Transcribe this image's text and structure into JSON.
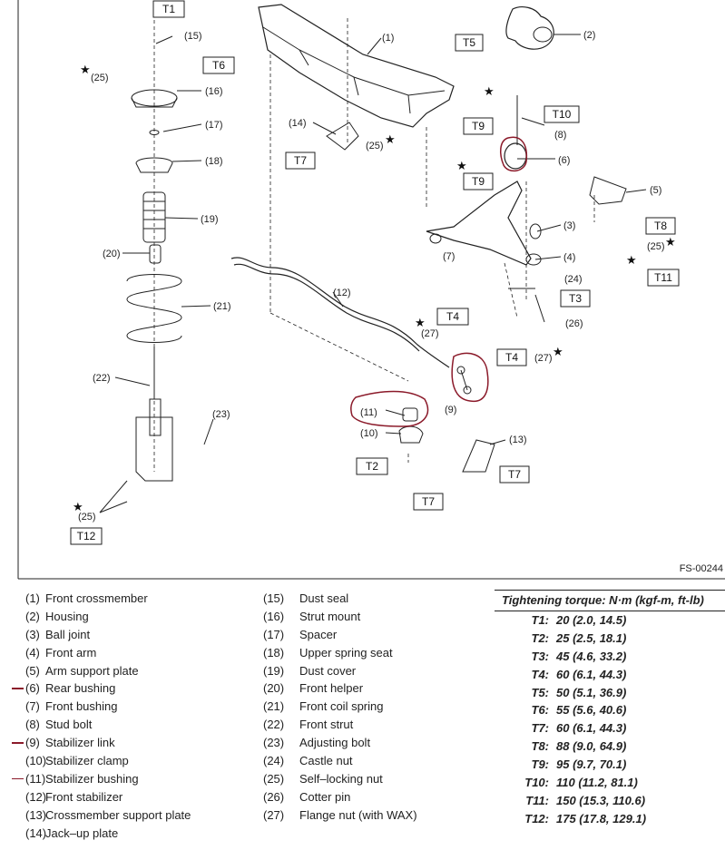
{
  "figure_id": "FS-00244",
  "torque_boxes": [
    "T1",
    "T2",
    "T3",
    "T4",
    "T5",
    "T6",
    "T7",
    "T8",
    "T9",
    "T10",
    "T11",
    "T12"
  ],
  "callouts": [
    "(1)",
    "(2)",
    "(3)",
    "(4)",
    "(5)",
    "(6)",
    "(7)",
    "(8)",
    "(9)",
    "(10)",
    "(11)",
    "(12)",
    "(13)",
    "(14)",
    "(15)",
    "(16)",
    "(17)",
    "(18)",
    "(19)",
    "(20)",
    "(21)",
    "(22)",
    "(23)",
    "(24)",
    "(25)",
    "(26)",
    "(27)"
  ],
  "star": "★",
  "legend_left": [
    {
      "num": "(1)",
      "name": "Front crossmember",
      "marked": false
    },
    {
      "num": "(2)",
      "name": "Housing",
      "marked": false
    },
    {
      "num": "(3)",
      "name": "Ball joint",
      "marked": false
    },
    {
      "num": "(4)",
      "name": "Front arm",
      "marked": false
    },
    {
      "num": "(5)",
      "name": "Arm support plate",
      "marked": false
    },
    {
      "num": "(6)",
      "name": "Rear bushing",
      "marked": true
    },
    {
      "num": "(7)",
      "name": "Front bushing",
      "marked": false
    },
    {
      "num": "(8)",
      "name": "Stud bolt",
      "marked": false
    },
    {
      "num": "(9)",
      "name": "Stabilizer link",
      "marked": true
    },
    {
      "num": "(10)",
      "name": "Stabilizer clamp",
      "marked": false
    },
    {
      "num": "(11)",
      "name": "Stabilizer bushing",
      "marked": true
    },
    {
      "num": "(12)",
      "name": "Front stabilizer",
      "marked": false
    },
    {
      "num": "(13)",
      "name": "Crossmember support plate",
      "marked": false
    },
    {
      "num": "(14)",
      "name": "Jack–up plate",
      "marked": false
    }
  ],
  "legend_mid": [
    {
      "num": "(15)",
      "name": "Dust seal"
    },
    {
      "num": "(16)",
      "name": "Strut mount"
    },
    {
      "num": "(17)",
      "name": "Spacer"
    },
    {
      "num": "(18)",
      "name": "Upper spring seat"
    },
    {
      "num": "(19)",
      "name": "Dust cover"
    },
    {
      "num": "(20)",
      "name": "Front helper"
    },
    {
      "num": "(21)",
      "name": "Front coil spring"
    },
    {
      "num": "(22)",
      "name": "Front strut"
    },
    {
      "num": "(23)",
      "name": "Adjusting bolt"
    },
    {
      "num": "(24)",
      "name": "Castle nut"
    },
    {
      "num": "(25)",
      "name": "Self–locking nut"
    },
    {
      "num": "(26)",
      "name": "Cotter pin"
    },
    {
      "num": "(27)",
      "name": "Flange nut (with WAX)"
    }
  ],
  "torque_title": "Tightening torque: N·m (kgf-m, ft-lb)",
  "torque": [
    {
      "key": "T1:",
      "value": "20 (2.0, 14.5)"
    },
    {
      "key": "T2:",
      "value": "25 (2.5, 18.1)"
    },
    {
      "key": "T3:",
      "value": "45 (4.6, 33.2)"
    },
    {
      "key": "T4:",
      "value": "60 (6.1, 44.3)"
    },
    {
      "key": "T5:",
      "value": "50 (5.1, 36.9)"
    },
    {
      "key": "T6:",
      "value": "55 (5.6, 40.6)"
    },
    {
      "key": "T7:",
      "value": "60 (6.1, 44.3)"
    },
    {
      "key": "T8:",
      "value": "88 (9.0, 64.9)"
    },
    {
      "key": "T9:",
      "value": "95 (9.7, 70.1)"
    },
    {
      "key": "T10:",
      "value": "110 (11.2, 81.1)"
    },
    {
      "key": "T11:",
      "value": "150 (15.3, 110.6)"
    },
    {
      "key": "T12:",
      "value": "175 (17.8, 129.1)"
    }
  ],
  "colors": {
    "highlight": "#8b1a2a",
    "ink": "#222222"
  }
}
